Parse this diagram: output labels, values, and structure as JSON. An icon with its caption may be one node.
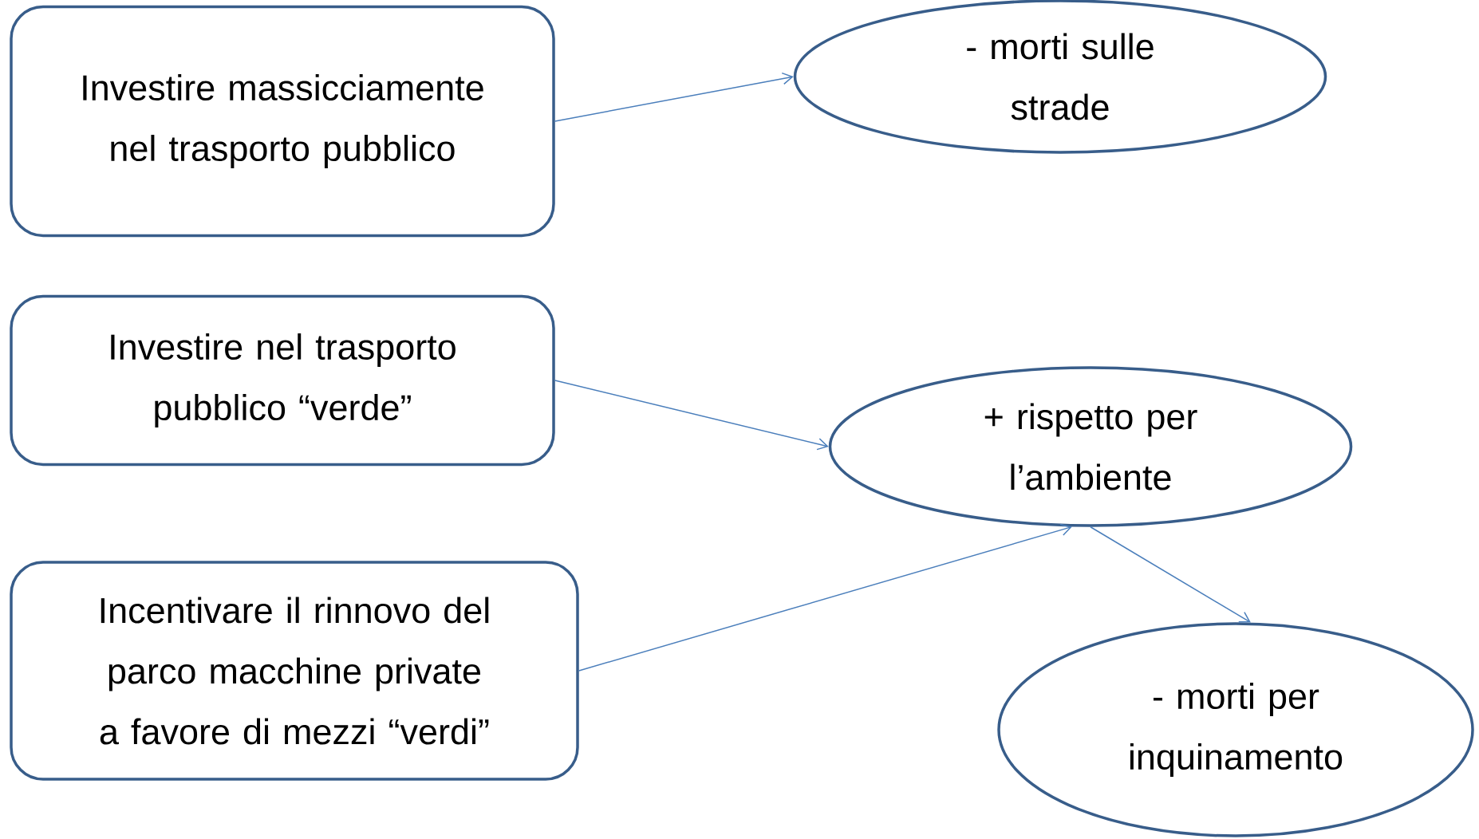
{
  "diagram": {
    "nodes": [
      {
        "text": [
          "Investire massicciamente nel trasporto pubblico"
        ]
      },
      {
        "text": [
          "- morti sulle strade"
        ]
      },
      {
        "text": [
          "Investire nel trasporto pubblico “verde”"
        ]
      },
      {
        "text": [
          "+ rispetto per l’ambiente"
        ]
      },
      {
        "text": [
          "Incentivare il rinnovo del parco macchine private a favore di mezzi “verdi”"
        ]
      },
      {
        "text": [
          "- morti per inquinamento"
        ]
      }
    ],
    "edges": [
      {
        "from": 0,
        "to": 1,
        "arrow": "to"
      },
      {
        "from": 2,
        "to": 3,
        "arrow": "to"
      },
      {
        "from": 4,
        "to": 3,
        "arrow": "to"
      },
      {
        "from": 3,
        "to": 5,
        "arrow": "to"
      }
    ]
  }
}
